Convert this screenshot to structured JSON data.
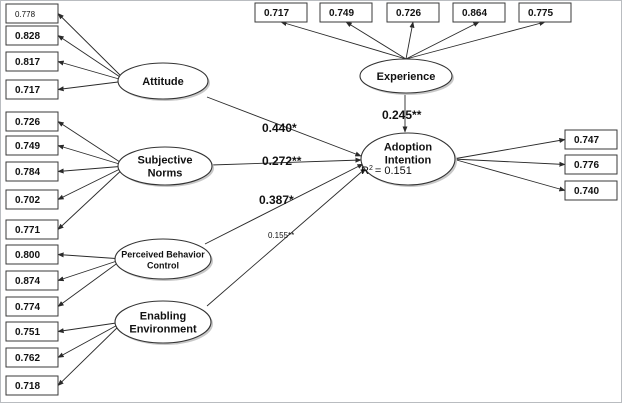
{
  "constructs": {
    "attitude": {
      "label": [
        "Attitude"
      ]
    },
    "subjective_norms": {
      "label": [
        "Subjective",
        "Norms"
      ]
    },
    "perceived_behavior_control": {
      "label": [
        "Perceived Behavior",
        "Control"
      ]
    },
    "enabling_environment": {
      "label": [
        "Enabling",
        "Environment"
      ]
    },
    "experience": {
      "label": [
        "Experience"
      ]
    },
    "adoption_intention": {
      "label": [
        "Adoption",
        "Intention"
      ],
      "r_squared": "= 0.151"
    }
  },
  "indicators": {
    "attitude": [
      "0.778",
      "0.828",
      "0.817",
      "0.717"
    ],
    "subjective_norms": [
      "0.726",
      "0.749",
      "0.784",
      "0.702",
      "0.771"
    ],
    "perceived_behavior_control": [
      "0.800",
      "0.874",
      "0.774"
    ],
    "enabling_environment": [
      "0.751",
      "0.762",
      "0.718"
    ],
    "experience": [
      "0.717",
      "0.749",
      "0.726",
      "0.864",
      "0.775"
    ],
    "adoption_intention": [
      "0.747",
      "0.776",
      "0.740"
    ]
  },
  "paths": [
    {
      "from": "attitude",
      "to": "adoption_intention",
      "coef": "0.440*"
    },
    {
      "from": "subjective_norms",
      "to": "adoption_intention",
      "coef": "0.272**"
    },
    {
      "from": "perceived_behavior_control",
      "to": "adoption_intention",
      "coef": "0.387*"
    },
    {
      "from": "enabling_environment",
      "to": "adoption_intention",
      "coef": "0.155**"
    },
    {
      "from": "experience",
      "to": "adoption_intention",
      "coef": "0.245**"
    }
  ]
}
